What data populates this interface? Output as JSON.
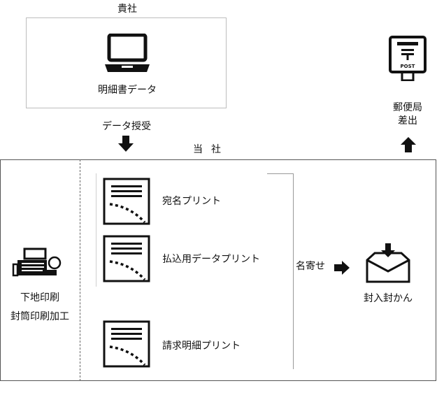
{
  "client": {
    "label": "貴社",
    "device_icon": "laptop-icon",
    "data_label": "明細書データ"
  },
  "transfer": {
    "label": "データ授受",
    "arrow_icon": "down-arrow-icon"
  },
  "company": {
    "label": "当社",
    "pre_print": "下地印刷",
    "envelope_print": "封筒印刷加工",
    "printer_icon": "printer-icon",
    "prints": [
      {
        "label": "宛名プリント",
        "icon": "printed-sheet-icon"
      },
      {
        "label": "払込用データプリント",
        "icon": "printed-sheet-icon"
      },
      {
        "label": "請求明細プリント",
        "icon": "printed-sheet-icon"
      }
    ],
    "sort_label": "名寄せ",
    "sort_arrow_icon": "right-arrow-icon",
    "enclose_label": "封入封かん",
    "enclose_icon": "envelope-insert-icon"
  },
  "post": {
    "line1": "郵便局",
    "line2": "差出",
    "box_text": "POST",
    "icon": "post-box-icon",
    "arrow_icon": "up-arrow-icon"
  }
}
